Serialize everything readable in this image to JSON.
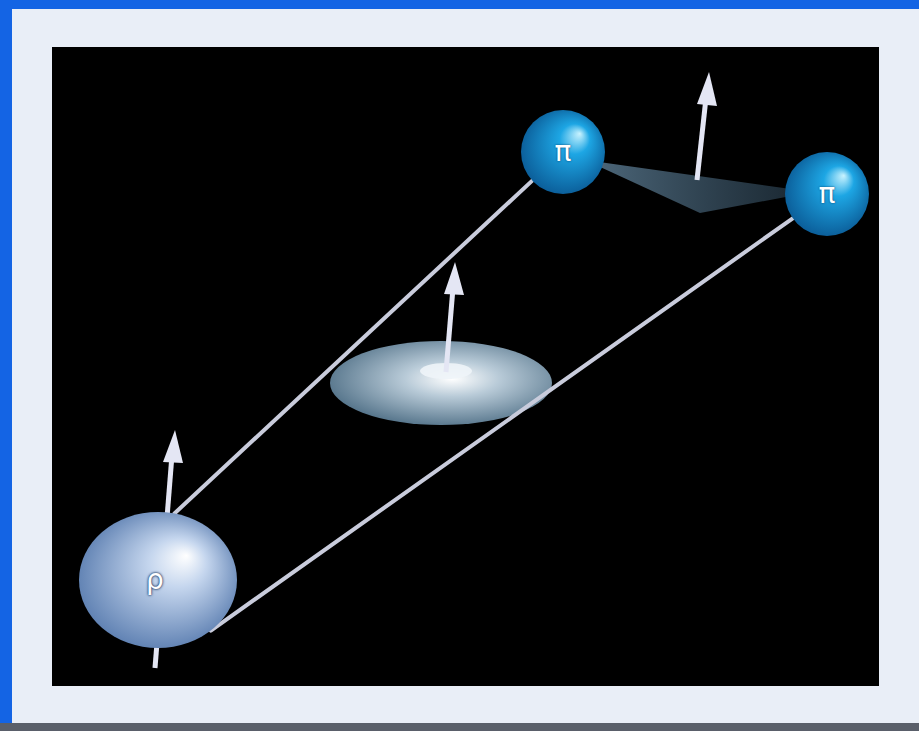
{
  "diagram": {
    "nodes": [
      {
        "text": [
          "ρ"
        ]
      },
      {
        "text": [
          "π"
        ]
      },
      {
        "text": [
          "π"
        ]
      }
    ],
    "edges": [
      {
        "from": 0,
        "to": 1,
        "arrow": "none"
      },
      {
        "from": 0,
        "to": 2,
        "arrow": "none"
      }
    ]
  }
}
